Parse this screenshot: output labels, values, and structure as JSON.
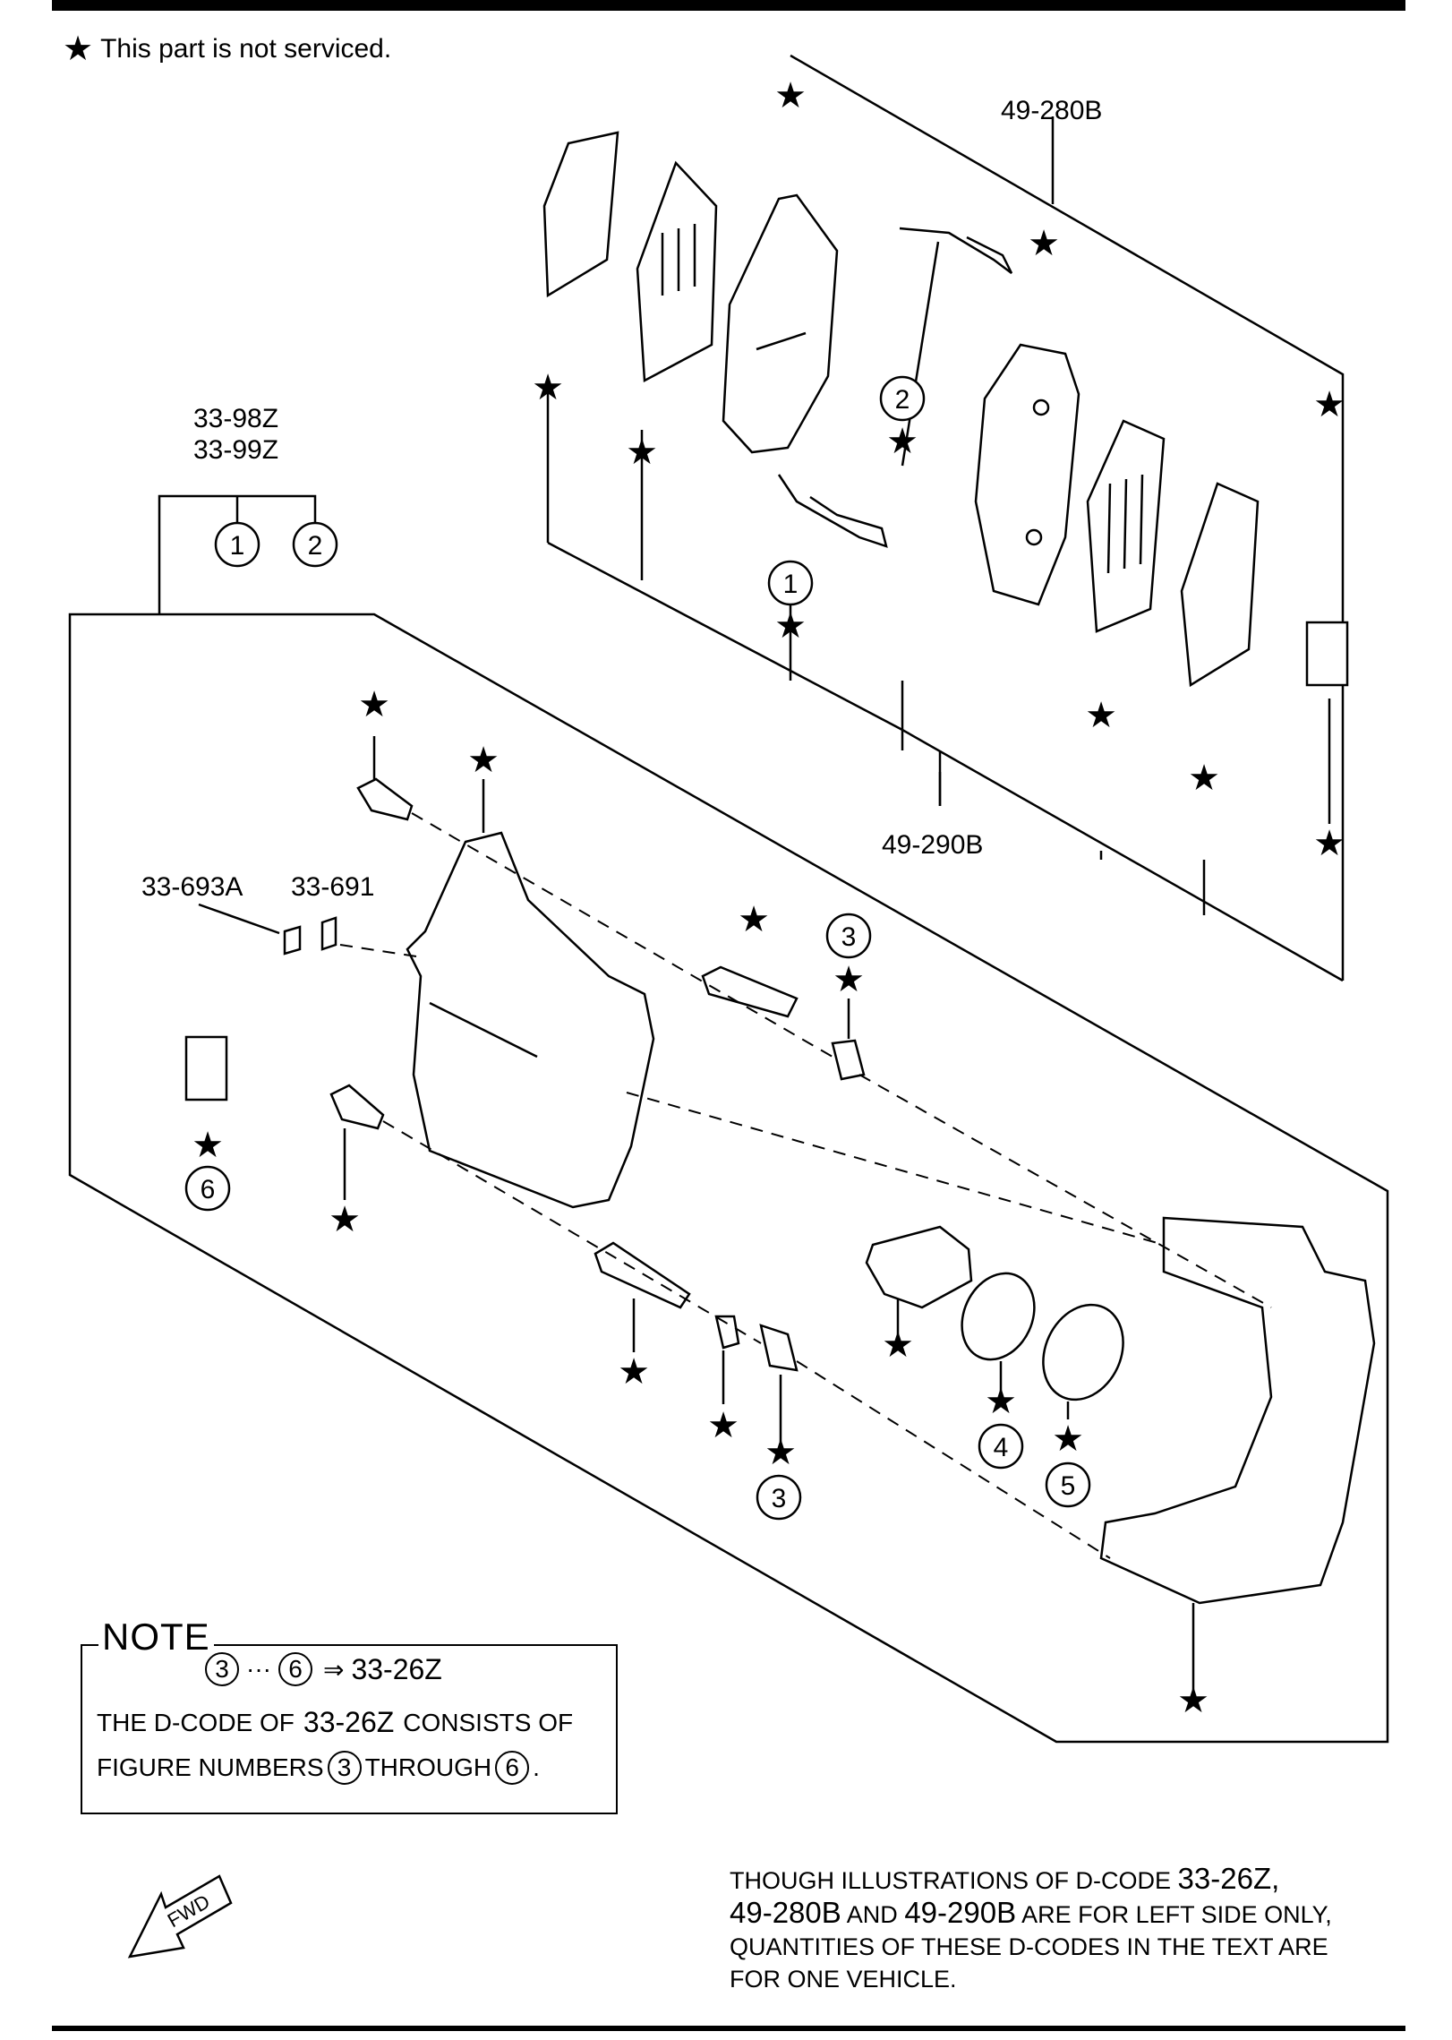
{
  "legend": {
    "symbol": "★",
    "text": "This part is not serviced."
  },
  "labels": {
    "pad_kit_front": "49-280B",
    "pad_kit_lower": "49-290B",
    "caliper_line1": "33-98Z",
    "caliper_line2": "33-99Z",
    "bleeder_cap": "33-693A",
    "bleeder_screw": "33-691"
  },
  "callouts": [
    "1",
    "2",
    "1",
    "2",
    "3",
    "3",
    "4",
    "5",
    "6"
  ],
  "star_symbol": "★",
  "note": {
    "title": "NOTE",
    "range_from": "3",
    "range_sep": "···",
    "range_to": "6",
    "arrow": "⇒",
    "range_code": "33-26Z",
    "line2_prefix": "THE D-CODE OF",
    "line2_code": "33-26Z",
    "line2_suffix": "CONSISTS OF",
    "line3_prefix": "FIGURE NUMBERS",
    "line3_from": "3",
    "line3_mid": "THROUGH",
    "line3_to": "6",
    "line3_end": "."
  },
  "fwd": "FWD",
  "disclaimer": {
    "l1_a": "THOUGH ILLUSTRATIONS OF D-CODE",
    "l1_b": "33-26Z,",
    "l2_a": "49-280B",
    "l2_b": "AND",
    "l2_c": "49-290B",
    "l2_d": "ARE FOR LEFT SIDE ONLY,",
    "l3": "QUANTITIES OF THESE D-CODES IN THE TEXT ARE",
    "l4": "FOR ONE VEHICLE."
  }
}
